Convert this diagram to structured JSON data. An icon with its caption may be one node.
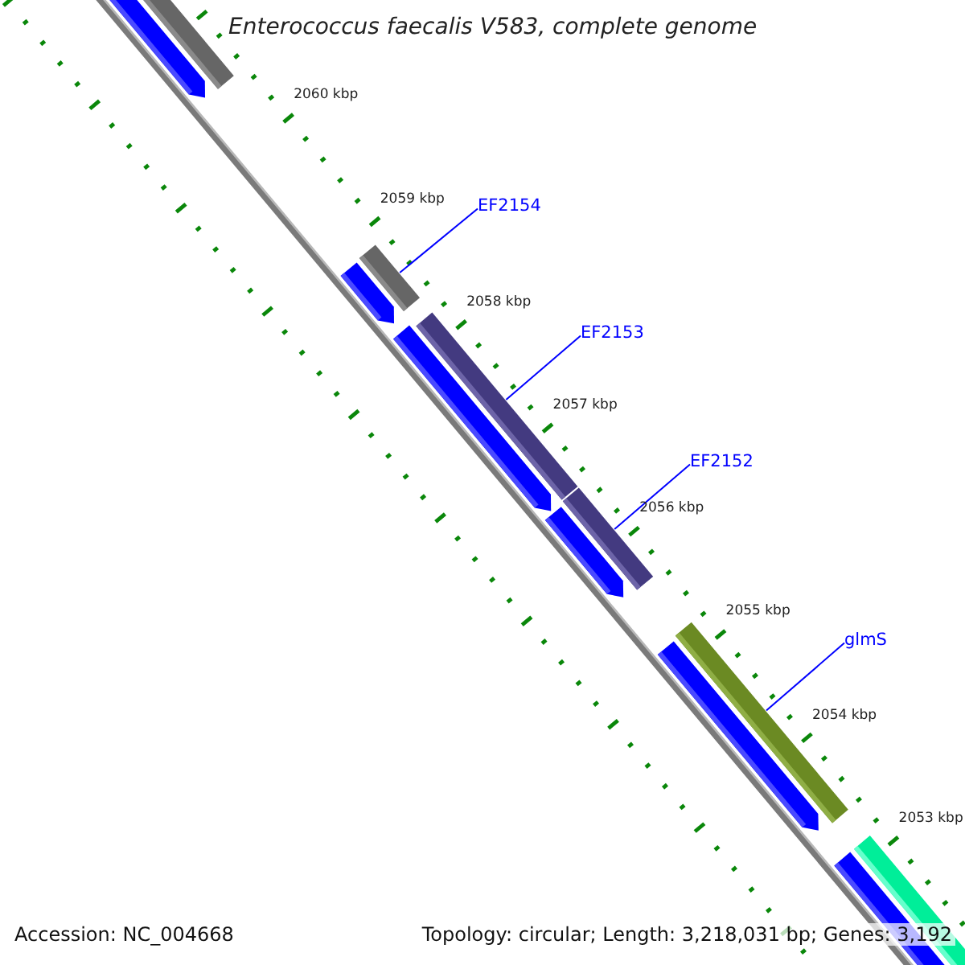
{
  "diagram": {
    "title": "Enterococcus faecalis V583, complete genome",
    "nodes": [
      {
        "text": [
          "EF2154"
        ]
      },
      {
        "text": [],
        "shape": "bar"
      },
      {
        "text": [
          "EF2153"
        ]
      },
      {
        "text": [],
        "shape": "bar"
      },
      {
        "text": [
          "EF2152"
        ]
      },
      {
        "text": [],
        "shape": "bar"
      },
      {
        "text": [
          "glmS"
        ]
      },
      {
        "text": [],
        "shape": "bar"
      }
    ],
    "edges": [
      {
        "from": 0,
        "to": 1,
        "arrow": "none"
      },
      {
        "from": 2,
        "to": 3,
        "arrow": "none"
      },
      {
        "from": 4,
        "to": 5,
        "arrow": "none"
      },
      {
        "from": 6,
        "to": 7,
        "arrow": "none"
      }
    ],
    "labels": [
      "2060 kbp",
      "2059 kbp",
      "2058 kbp",
      "2057 kbp",
      "2056 kbp",
      "2055 kbp",
      "2054 kbp",
      "2053 kbp",
      "Accession: NC_004668",
      "Topology: circular; Length: 3,218,031 bp; Genes: 3,192"
    ]
  }
}
